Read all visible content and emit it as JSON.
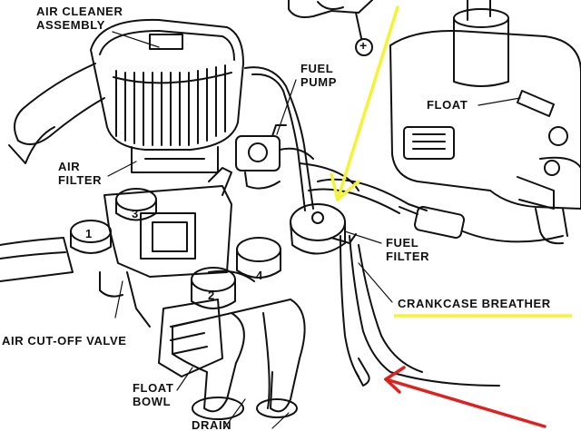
{
  "labels": {
    "air_cleaner_assembly": [
      "AIR CLEANER",
      "ASSEMBLY"
    ],
    "fuel_pump": [
      "FUEL",
      "PUMP"
    ],
    "float_tank": "FLOAT",
    "air_filter": [
      "AIR",
      "FILTER"
    ],
    "fuel_filter": [
      "FUEL",
      "FILTER"
    ],
    "crankcase_breather": "CRANKCASE BREATHER",
    "air_cutoff_valve": "AIR CUT-OFF VALVE",
    "float_bowl": [
      "FLOAT",
      "BOWL"
    ],
    "drain": "DRAIN",
    "plus_symbol": "+"
  },
  "carburetor_numbers": [
    "1",
    "2",
    "3",
    "4"
  ],
  "colors": {
    "ink": "#111111",
    "highlight_arrow": "#f4f435",
    "underline_highlight": "#f4f435",
    "pointer_arrow": "#e0201c"
  },
  "icons": [
    "battery-terminal-icon",
    "yellow-arrow-icon",
    "red-arrow-icon"
  ]
}
